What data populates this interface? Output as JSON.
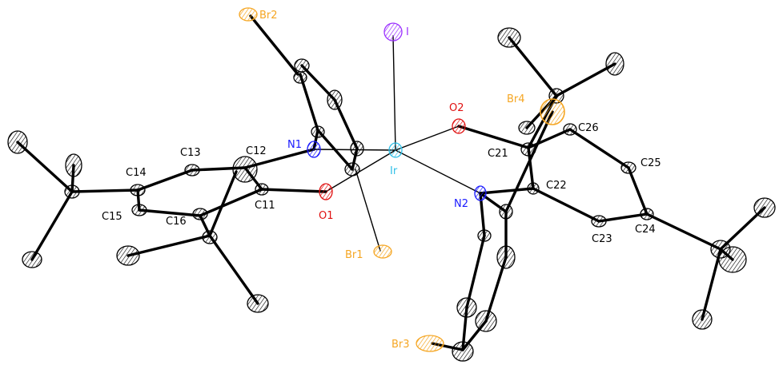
{
  "labels": {
    "Br2": "Br2",
    "I": "I",
    "Br4": "Br4",
    "O2": "O2",
    "C26": "C26",
    "N1": "N1",
    "C13": "C13",
    "C12": "C12",
    "Ir": "Ir",
    "C21": "C21",
    "C25": "C25",
    "C14": "C14",
    "C22": "C22",
    "N2": "N2",
    "C15": "C15",
    "C11": "C11",
    "C16": "C16",
    "O1": "O1",
    "C23": "C23",
    "C24": "C24",
    "Br1": "Br1",
    "Br3": "Br3"
  },
  "colors": {
    "carbon": "#000000",
    "nitrogen": "#1a1aff",
    "oxygen": "#e01010",
    "bromine": "#f5a623",
    "iodine": "#9b30ff",
    "iridium": "#30c0e8"
  }
}
